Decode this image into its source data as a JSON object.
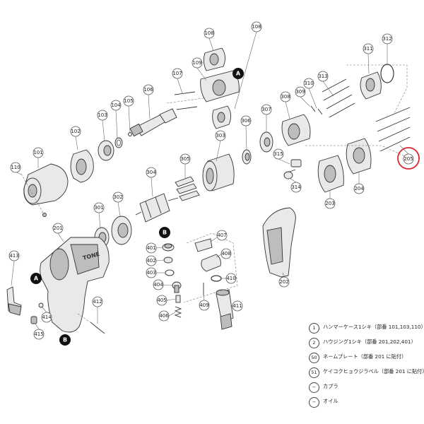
{
  "markers": {
    "a": "A",
    "b": "B"
  },
  "part_labels": {
    "p101": "101",
    "p102": "102",
    "p103": "103",
    "p104": "104",
    "p105": "105",
    "p106": "106",
    "p107": "107",
    "p108a": "108",
    "p108b": "108",
    "p109": "109",
    "p110": "110",
    "p201": "201",
    "p202": "202",
    "p203": "203",
    "p204": "204",
    "p205": "205",
    "p301": "301",
    "p302": "302",
    "p303": "303",
    "p304": "304",
    "p305": "305",
    "p306": "306",
    "p307": "307",
    "p308": "308",
    "p309": "309",
    "p310": "310",
    "p311": "311",
    "p312": "312",
    "p313": "313",
    "p314": "314",
    "p315": "315",
    "p401": "401",
    "p402": "402",
    "p403": "403",
    "p404": "404",
    "p405": "405",
    "p406": "406",
    "p407": "407",
    "p408": "408",
    "p409": "409",
    "p410": "410",
    "p411": "411",
    "p412": "412",
    "p413": "413",
    "p414": "414",
    "p415": "415"
  },
  "highlighted_part": "205",
  "colors": {
    "highlight": "#d8282a",
    "marker": "#111111"
  },
  "legend": [
    {
      "num": "1",
      "text": "ハンマーケース1シキ（部番 101,103,110）"
    },
    {
      "num": "2",
      "text": "ハウジング1シキ（部番 201,202,401）"
    },
    {
      "num": "50",
      "text": "ネームプレート（部番 201 に貼付）"
    },
    {
      "num": "51",
      "text": "ケイコクヒョウジラベル（部番 201 に貼付）"
    },
    {
      "num": "−",
      "text": "カプラ"
    },
    {
      "num": "−",
      "text": "オイル"
    }
  ]
}
